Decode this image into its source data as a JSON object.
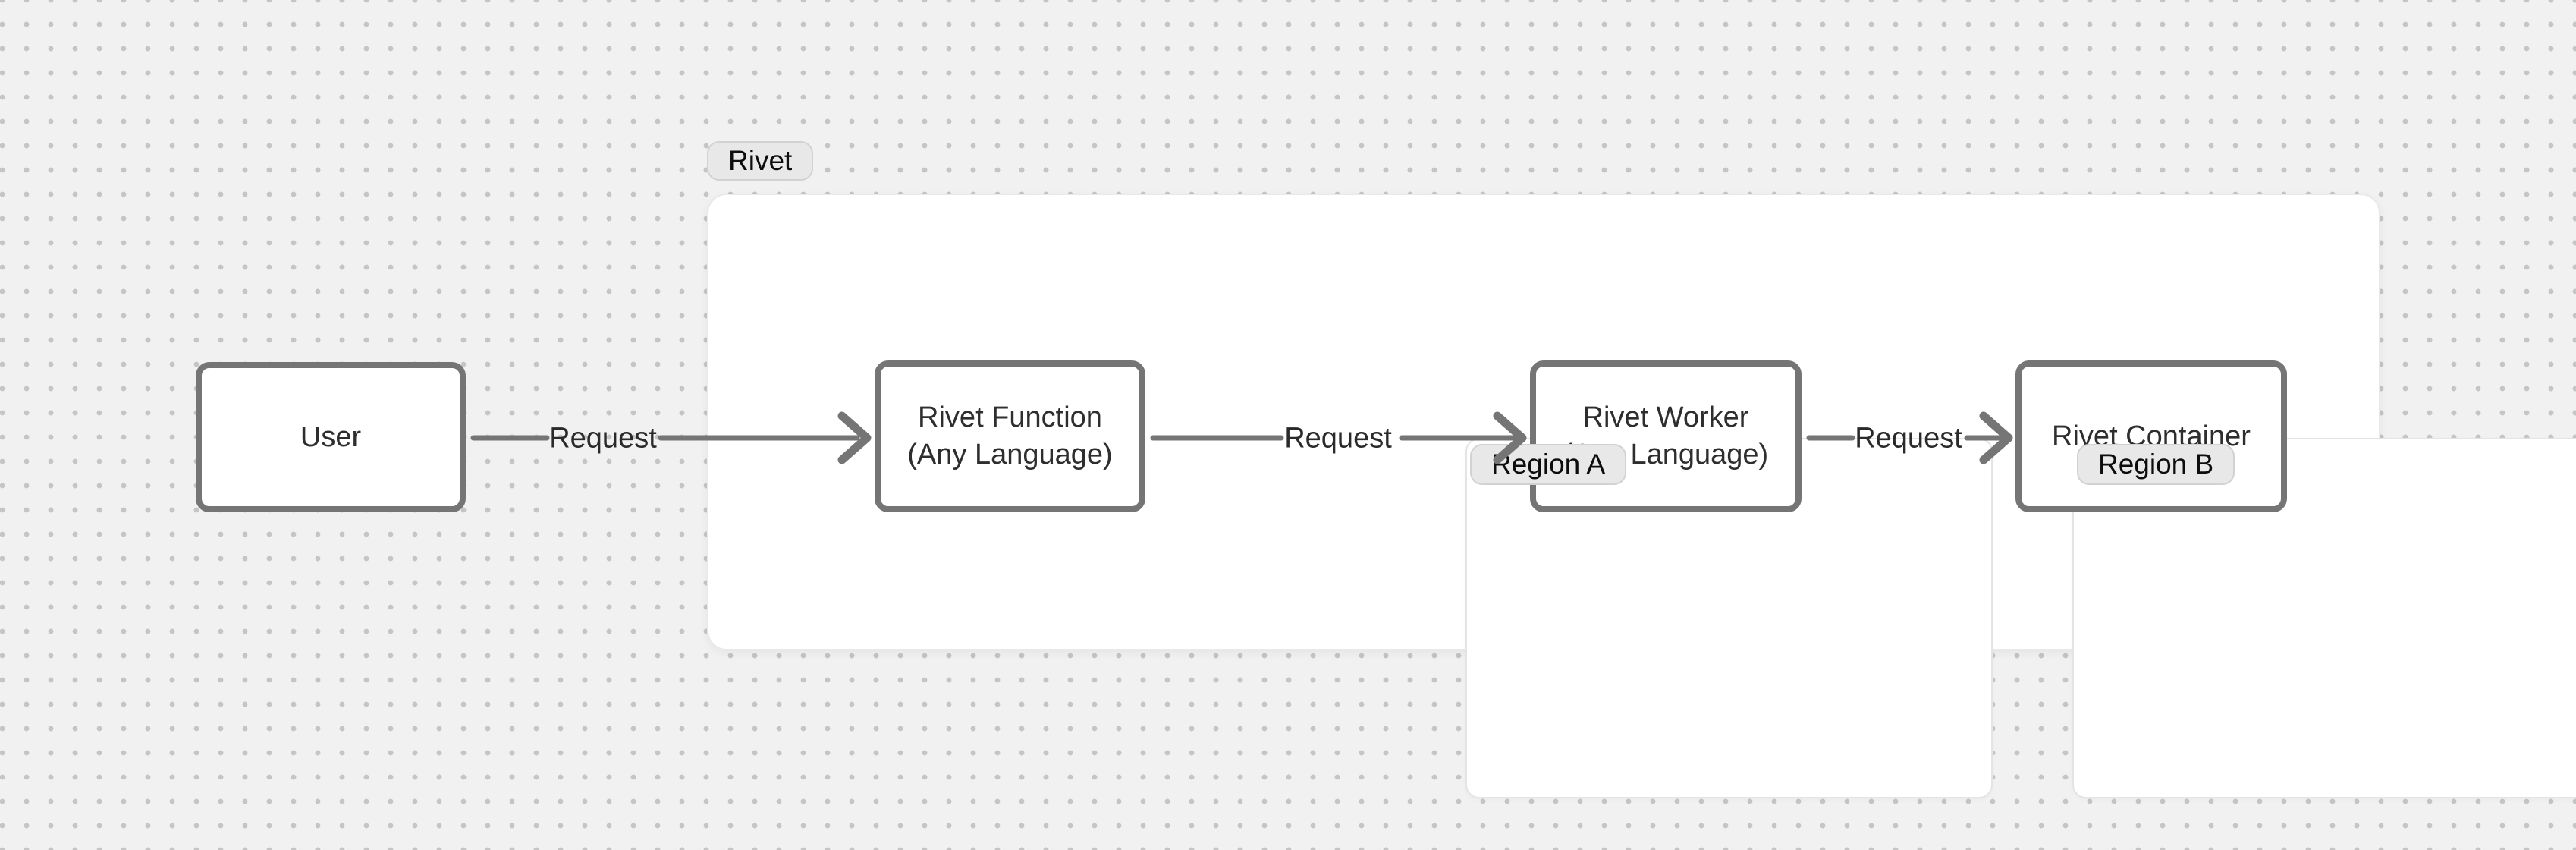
{
  "diagram": {
    "frames": {
      "rivet": {
        "label": "Rivet"
      },
      "region_a": {
        "label": "Region A"
      },
      "region_b": {
        "label": "Region B"
      }
    },
    "nodes": {
      "user": {
        "label": "User"
      },
      "function": {
        "line1": "Rivet Function",
        "line2": "(Any Language)"
      },
      "worker": {
        "line1": "Rivet Worker",
        "line2": "(Any Language)"
      },
      "container": {
        "label": "Rivet Container"
      }
    },
    "arrows": {
      "user_to_function": {
        "label": "Request"
      },
      "function_to_worker": {
        "label": "Request"
      },
      "worker_to_container": {
        "label": "Request"
      }
    },
    "colors": {
      "canvas_background": "#f1f1f1",
      "dot_grid": "#c5c5c5",
      "node_border": "#757575",
      "arrow_stroke": "#757575",
      "badge_background": "#e8e8e8",
      "badge_border": "#d2d2d2",
      "frame_background": "#ffffff",
      "frame_border": "#e4e4e4",
      "text": "#2e2e2e"
    }
  }
}
